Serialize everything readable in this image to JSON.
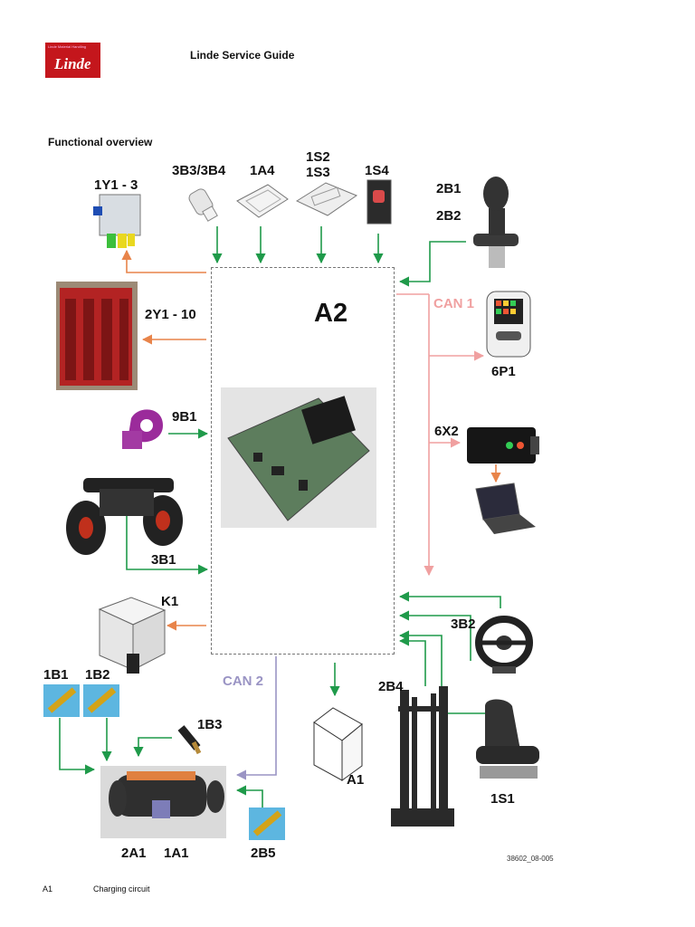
{
  "header": {
    "logo_small_text": "Linde Material Handling",
    "logo_name": "Linde",
    "title": "Linde Service Guide"
  },
  "section_title": "Functional overview",
  "components": {
    "c1y1_3": "1Y1 - 3",
    "c3b3": "3B3/3B4",
    "c1a4": "1A4",
    "c1s2": "1S2",
    "c1s3": "1S3",
    "c1s4": "1S4",
    "c2b1": "2B1",
    "c2b2": "2B2",
    "c2y1_10": "2Y1 - 10",
    "a2": "A2",
    "can1": "CAN 1",
    "c6p1": "6P1",
    "c9b1": "9B1",
    "c6x2": "6X2",
    "c3b1": "3B1",
    "k1": "K1",
    "c3b2": "3B2",
    "c1b1": "1B1",
    "c1b2": "1B2",
    "can2": "CAN 2",
    "c2b4": "2B4",
    "c1b3": "1B3",
    "a1": "A1",
    "c1s1": "1S1",
    "c2a1": "2A1",
    "c1a1": "1A1",
    "c2b5": "2B5"
  },
  "figure_id": "38602_08-005",
  "footer": {
    "ref": "A1",
    "description": "Charging circuit"
  },
  "colors": {
    "input_arrow": "#1f9a4a",
    "output_arrow": "#e8844a",
    "can1": "#f0a0a0",
    "can2": "#9a94c4",
    "brand": "#c4161c"
  }
}
